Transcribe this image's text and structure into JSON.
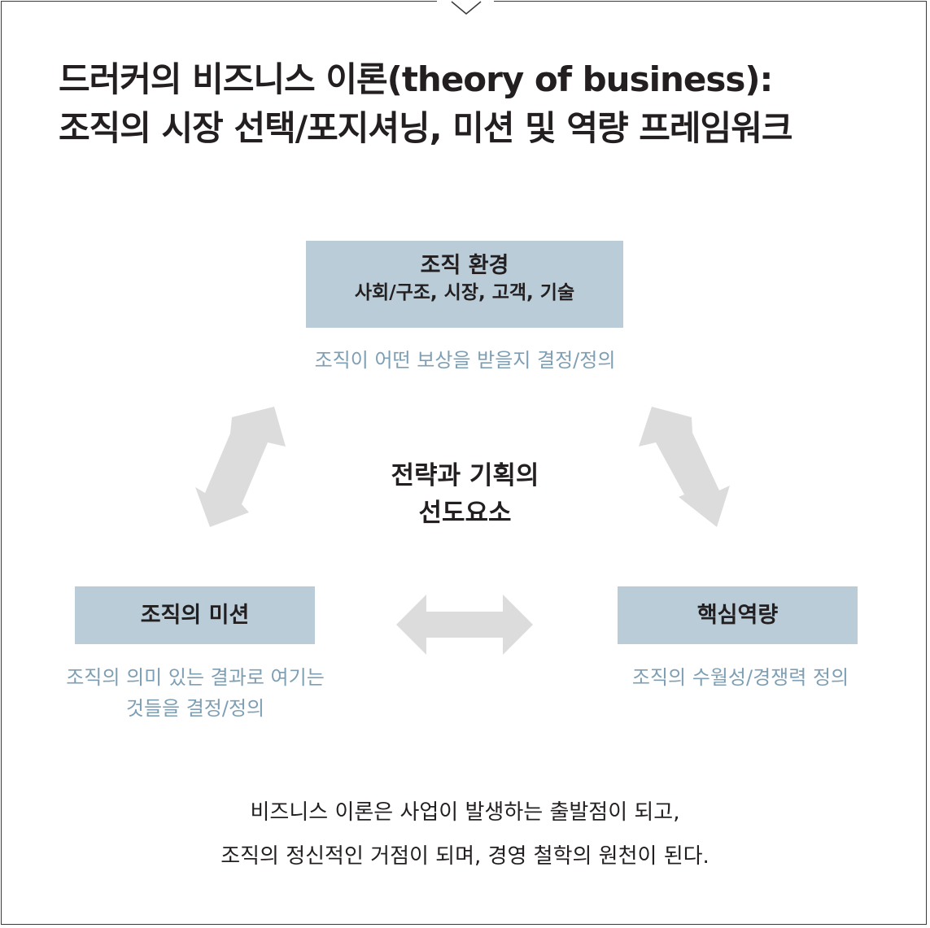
{
  "title": {
    "line1": "드러커의 비즈니스 이론(theory of business):",
    "line2": "조직의 시장 선택/포지셔닝, 미션 및 역량 프레임워크"
  },
  "environment": {
    "label": "조직 환경",
    "sub_label": "사회/구조, 시장, 고객, 기술",
    "description": "조직이 어떤 보상을 받을지 결정/정의"
  },
  "mission": {
    "label": "조직의 미션",
    "description_line1": "조직의 의미 있는 결과로 여기는",
    "description_line2": "것들을 결정/정의"
  },
  "core_competence": {
    "label": "핵심역량",
    "description": "조직의 수월성/경쟁력 정의"
  },
  "center": {
    "line1": "전략과 기획의",
    "line2": "선도요소"
  },
  "footer": {
    "line1": "비즈니스 이론은 사업이 발생하는 출발점이 되고,",
    "line2": "조직의 정신적인 거점이 되며, 경영 철학의 원천이 된다."
  },
  "colors": {
    "box_fill": "#b9ccd8",
    "description_text": "#7e9fb3",
    "arrow_fill": "#dcdcdc",
    "text": "#231f20"
  }
}
